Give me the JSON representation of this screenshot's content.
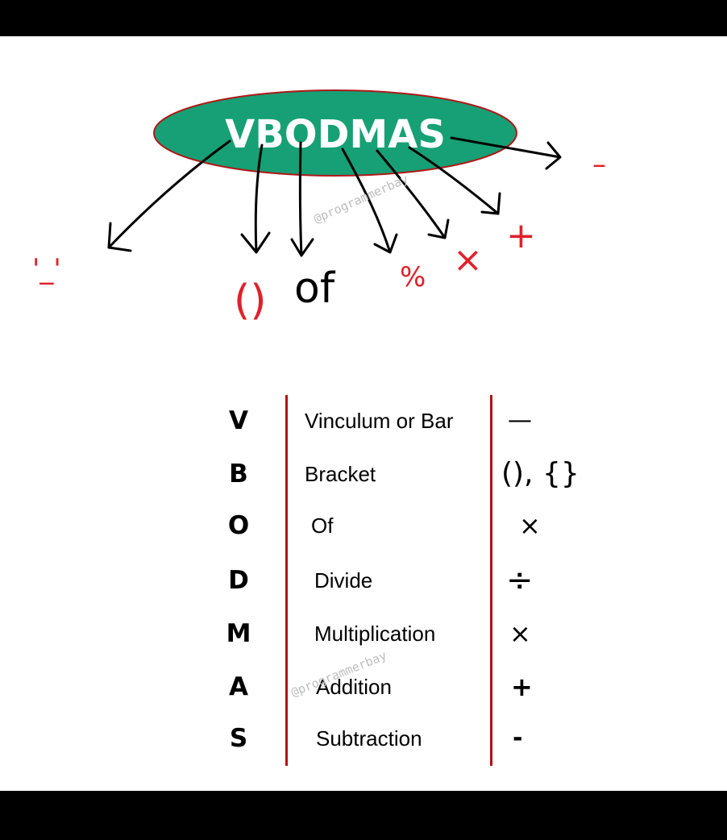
{
  "diagram": {
    "title": "VBODMAS",
    "branches": [
      {
        "label": "'_'",
        "color": "#e0202a"
      },
      {
        "label": "()",
        "color": "#e0202a"
      },
      {
        "label": "of",
        "color": "#000000"
      },
      {
        "label": "%",
        "color": "#e0202a"
      },
      {
        "label": "×",
        "color": "#e0202a"
      },
      {
        "label": "+",
        "color": "#e0202a"
      },
      {
        "label": "–",
        "color": "#e0202a"
      }
    ],
    "watermark": "@programmerbay"
  },
  "table": {
    "rows": [
      {
        "letter": "V",
        "word": "Vinculum or Bar",
        "symbol": "—"
      },
      {
        "letter": "B",
        "word": "Bracket",
        "symbol": "(), {}"
      },
      {
        "letter": "O",
        "word": "Of",
        "symbol": "×"
      },
      {
        "letter": "D",
        "word": "Divide",
        "symbol": "÷"
      },
      {
        "letter": "M",
        "word": "Multiplication",
        "symbol": "×"
      },
      {
        "letter": "A",
        "word": "Addition",
        "symbol": "+"
      },
      {
        "letter": "S",
        "word": "Subtraction",
        "symbol": "-"
      }
    ],
    "watermark": "@programmerbay"
  },
  "colors": {
    "ellipse_fill": "#17a075",
    "ellipse_border": "#b01818",
    "divider": "#b21010",
    "annotation_red": "#e0202a"
  }
}
